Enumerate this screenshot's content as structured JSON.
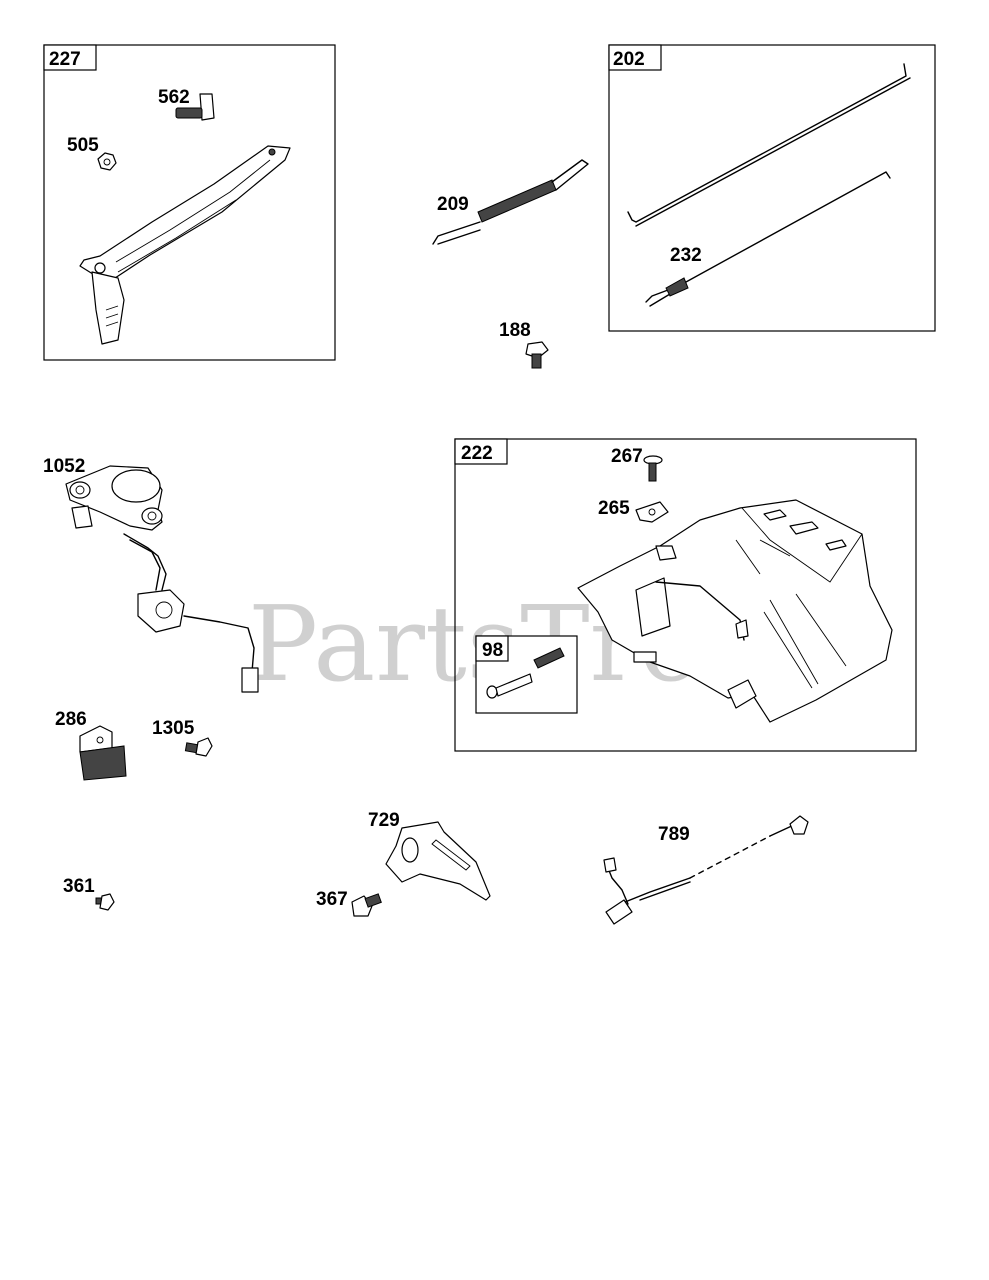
{
  "watermark": "PartsTree",
  "group_boxes": [
    {
      "id": "box-227",
      "label": "227"
    },
    {
      "id": "box-202",
      "label": "202"
    },
    {
      "id": "box-222",
      "label": "222"
    },
    {
      "id": "box-98",
      "label": "98"
    }
  ],
  "callouts": {
    "c562": "562",
    "c505": "505",
    "c209": "209",
    "c232": "232",
    "c188": "188",
    "c1052": "1052",
    "c267": "267",
    "c265": "265",
    "c286": "286",
    "c1305": "1305",
    "c729": "729",
    "c789": "789",
    "c361": "361",
    "c367": "367"
  },
  "icons": [
    "throttle-lever-icon",
    "spring-icon",
    "rod-icon",
    "screw-icon",
    "nut-icon",
    "fuel-solenoid-icon",
    "bracket-icon",
    "governor-plate-icon",
    "ground-wire-icon"
  ]
}
